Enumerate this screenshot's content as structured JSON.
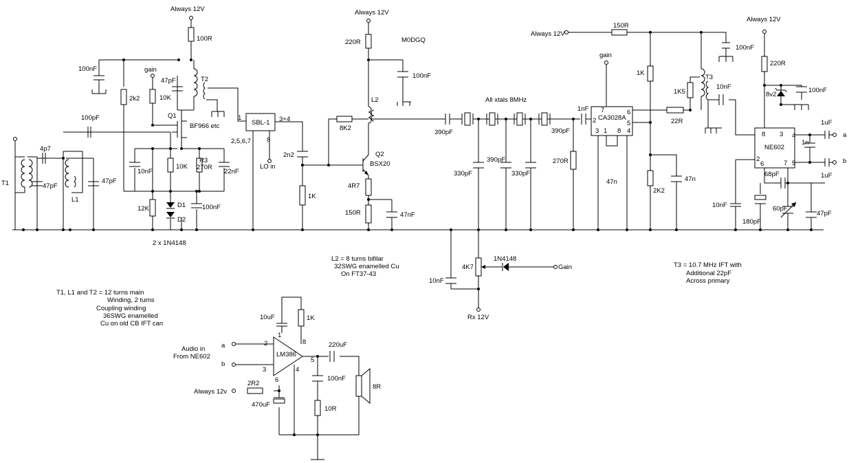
{
  "labels": {
    "always_12v": "Always 12V",
    "always_12v_lower": "Always 12v",
    "gain": "gain",
    "gain_cap": "Gain",
    "rx_12v": "Rx 12V",
    "lo_in": "LO in",
    "m0dgq": "M0DGQ",
    "all_xtals": "All xtals 8MHz",
    "r_100r": "100R",
    "r_2k2": "2k2",
    "r_10k": "10K",
    "r3": "R3",
    "r_270r": "270R",
    "r_12k": "12K",
    "r_220r": "220R",
    "r_8k2": "8K2",
    "r_1k": "1K",
    "r_4r7": "4R7",
    "r_150r": "150R",
    "r_4k7": "4K7",
    "r_1k5": "1K5",
    "r_22r": "22R",
    "r_2k2_caps": "2K2",
    "r_10r": "10R",
    "r_2r2": "2R2",
    "c_100nf": "100nF",
    "c_47pf": "47pF",
    "c_4p7": "4p7",
    "c_100pf": "100pF",
    "c_10nf": "10nF",
    "c_22nf": "22nF",
    "c_2n2": "2n2",
    "c_47nf": "47nF",
    "c_390pf": "390pF",
    "c_330pf": "330pF",
    "c_1nf": "1nF",
    "c_47n": "47n",
    "c_1uf": "1uF",
    "c_1n": "1n",
    "c_68pf": "68pF",
    "c_60pf": "60pF",
    "c_180pf": "180pF",
    "c_10uf": "10uF",
    "c_220uf": "220uF",
    "c_470uf": "470uF",
    "zener_8v2": "8v2",
    "t1": "T1",
    "l1": "L1",
    "t2": "T2",
    "l2": "L2",
    "t3": "T3",
    "q1": "Q1",
    "q2": "Q2",
    "d1": "D1",
    "d2": "D2",
    "bf966": "BF966 etc",
    "bsx20": "BSX20",
    "diodes_2x": "2 x 1N4148",
    "sbl1": "SBL-1",
    "sbl1_pin1": "1",
    "sbl1_pin34": "3+4",
    "sbl1_pins_gnd": "2,5,6,7",
    "sbl1_pin8": "8",
    "ca3028a": "CA3028A",
    "ne602": "NE602",
    "lm386": "LM386",
    "n1n4148": "1N4148",
    "speaker": "8R",
    "out_a": "a",
    "out_b": "b",
    "audio_in": "Audio in",
    "from_ne602": "From NE602",
    "pin_1": "1",
    "pin_2": "2",
    "pin_3": "3",
    "pin_4": "4",
    "pin_5": "5",
    "pin_6": "6",
    "pin_7": "7",
    "pin_8": "8"
  },
  "notes": {
    "l2_note": [
      "L2  =  8 turns bifilar",
      "32SWG enamelled Cu",
      "On FT37-43"
    ],
    "t1_note": [
      "T1, L1 and T2 =     12 turns main",
      "Winding, 2 turns",
      "Coupling winding",
      "36SWG enamelled",
      "Cu on old CB IFT can"
    ],
    "t3_note": [
      "T3  = 10.7 MHz IFT with",
      "Additional 22pF",
      "Across primary"
    ]
  }
}
